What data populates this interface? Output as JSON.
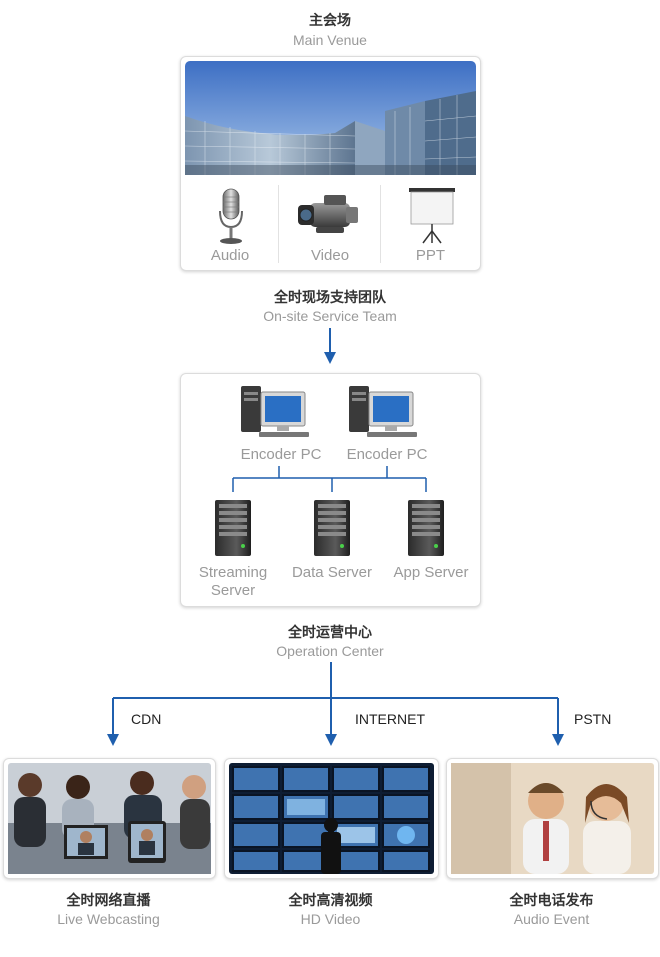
{
  "main_venue": {
    "title_cn": "主会场",
    "title_en": "Main Venue",
    "items": [
      {
        "label": "Audio"
      },
      {
        "label": "Video"
      },
      {
        "label": "PPT"
      }
    ]
  },
  "service_team": {
    "title_cn": "全时现场支持团队",
    "title_en": "On-site Service Team"
  },
  "encoders": [
    {
      "label": "Encoder PC"
    },
    {
      "label": "Encoder PC"
    }
  ],
  "servers": [
    {
      "label_line1": "Streaming",
      "label_line2": "Server"
    },
    {
      "label_line1": "Data Server"
    },
    {
      "label_line1": "App Server"
    }
  ],
  "operation_center": {
    "title_cn": "全时运营中心",
    "title_en": "Operation Center"
  },
  "channels": [
    {
      "label": "CDN"
    },
    {
      "label": "INTERNET"
    },
    {
      "label": "PSTN"
    }
  ],
  "outputs": [
    {
      "title_cn": "全时网络直播",
      "title_en": "Live Webcasting"
    },
    {
      "title_cn": "全时高清视频",
      "title_en": "HD Video"
    },
    {
      "title_cn": "全时电话发布",
      "title_en": "Audio Event"
    }
  ],
  "colors": {
    "arrow": "#1f5fae",
    "muted_text": "#9a9a9a",
    "dark_text": "#333333"
  }
}
